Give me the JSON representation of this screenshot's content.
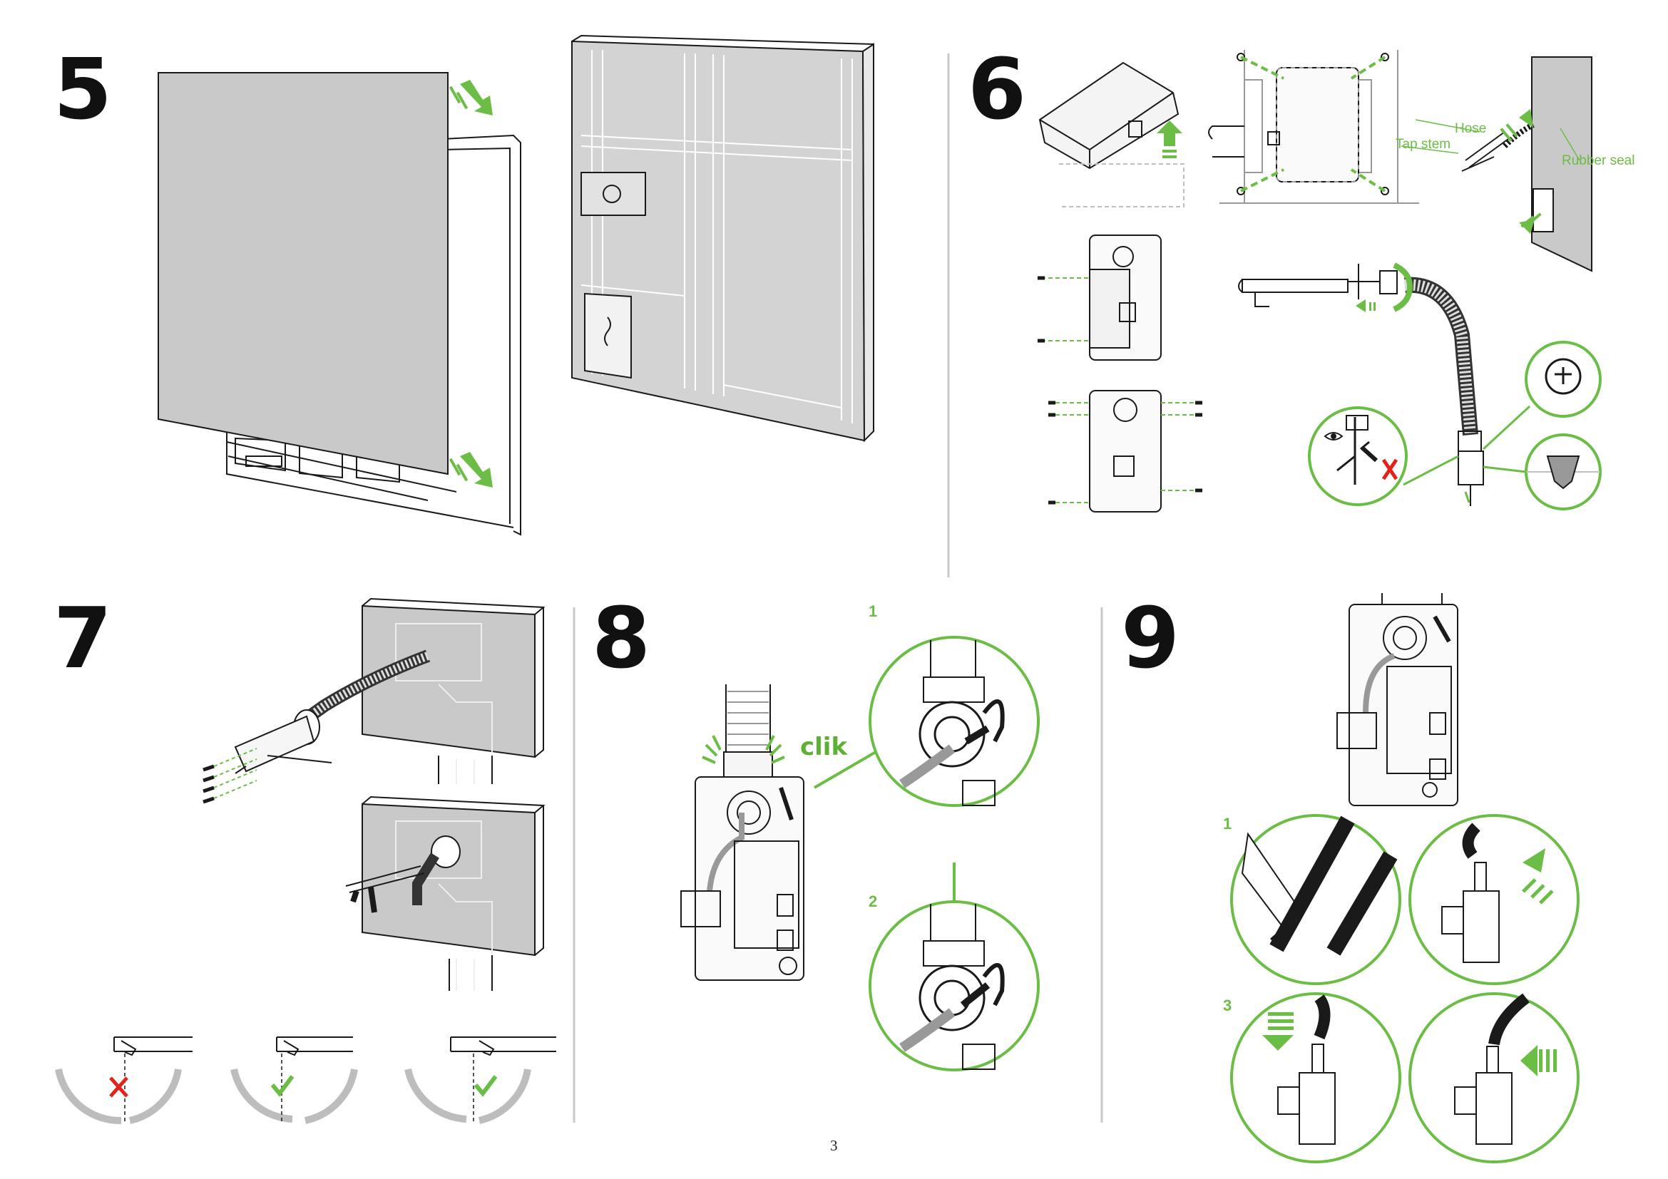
{
  "steps": {
    "s5": "5",
    "s6": "6",
    "s7": "7",
    "s8": "8",
    "s9": "9"
  },
  "labels": {
    "hose": "Hose",
    "tap_stem": "Tap stem",
    "rubber_seal": "Rubber seal",
    "clik": "clik"
  },
  "substeps": {
    "s8_1": "1",
    "s8_2": "2",
    "s9_1": "1",
    "s9_3": "3"
  },
  "page_number": "3",
  "colors": {
    "accent": "#6bbd45",
    "panel": "#c8c8c8",
    "error": "#e2231a",
    "line": "#1a1a1a"
  },
  "icons": [
    "arrow-icon",
    "cross-icon",
    "check-icon",
    "eye-icon",
    "rotate-icon"
  ]
}
